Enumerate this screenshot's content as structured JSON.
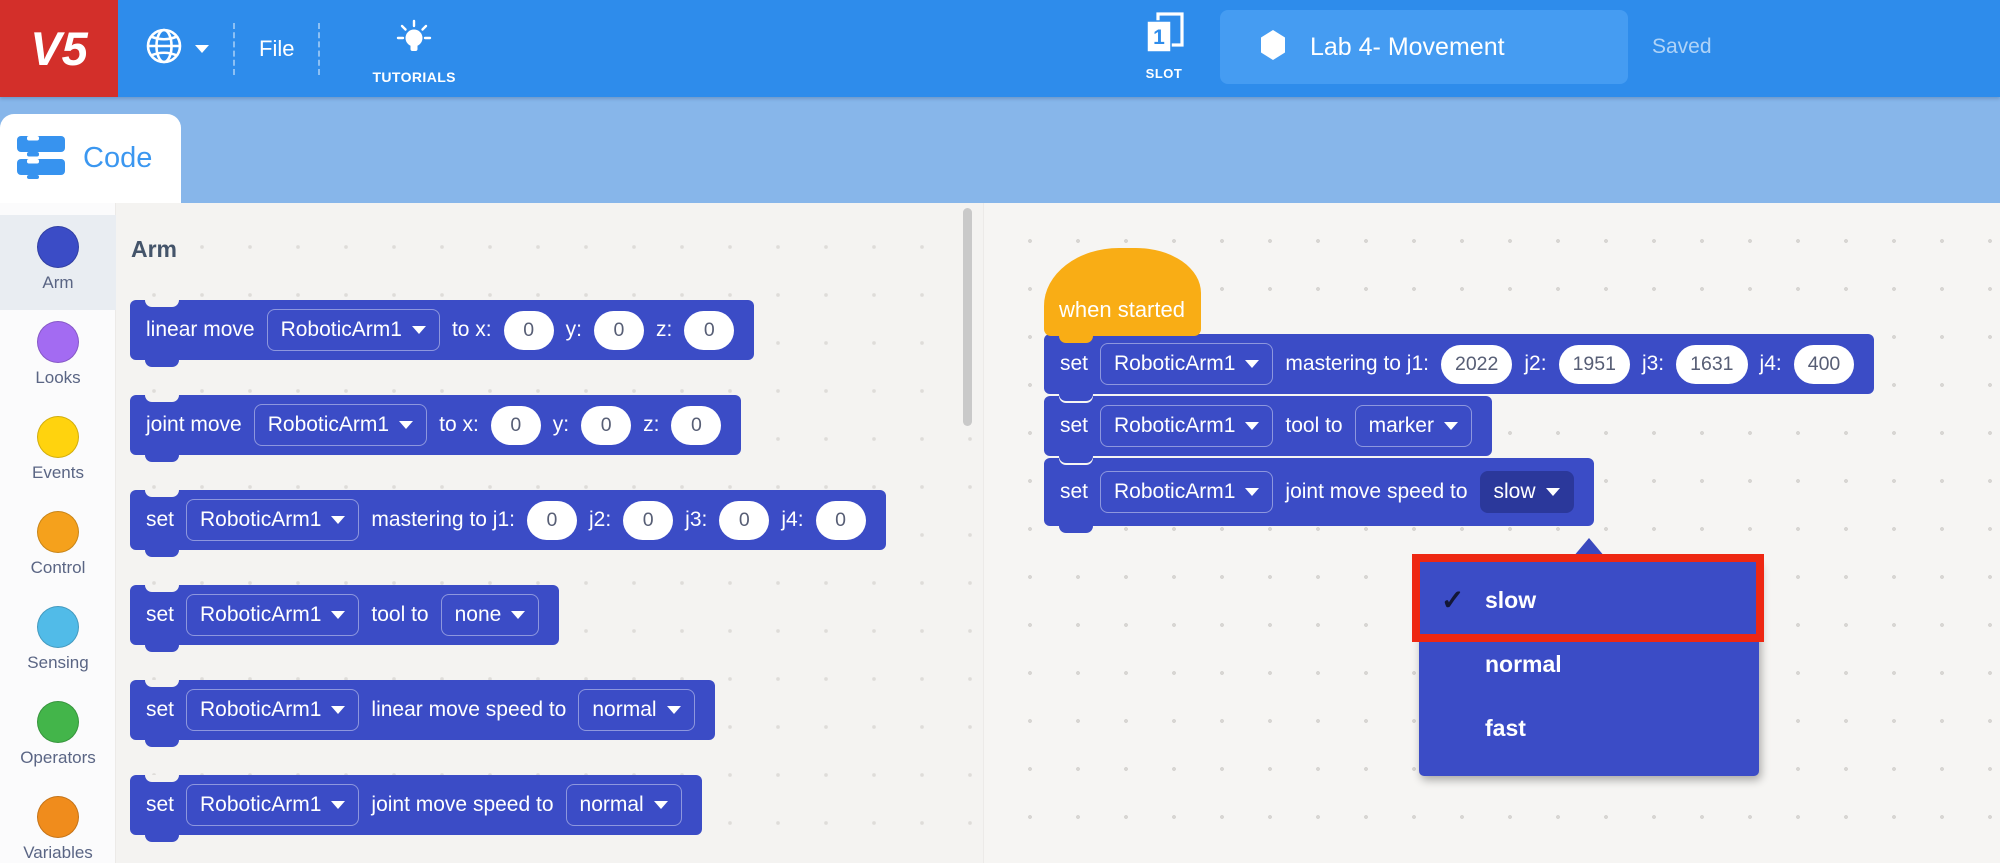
{
  "header": {
    "logo": "V5",
    "file_label": "File",
    "tutorials_label": "TUTORIALS",
    "slot_label": "SLOT",
    "slot_number": "1",
    "project_name": "Lab 4- Movement",
    "saved_label": "Saved"
  },
  "tab": {
    "code_label": "Code"
  },
  "sidebar": {
    "categories": [
      {
        "label": "Arm",
        "color": "#3B4CC6",
        "selected": true
      },
      {
        "label": "Looks",
        "color": "#A36BF2",
        "selected": false
      },
      {
        "label": "Events",
        "color": "#FFD30E",
        "selected": false
      },
      {
        "label": "Control",
        "color": "#F5A11C",
        "selected": false
      },
      {
        "label": "Sensing",
        "color": "#51BBE8",
        "selected": false
      },
      {
        "label": "Operators",
        "color": "#43B54A",
        "selected": false
      },
      {
        "label": "Variables",
        "color": "#F08C1C",
        "selected": false
      }
    ]
  },
  "palette": {
    "title": "Arm",
    "blocks": [
      {
        "tokens": [
          {
            "type": "text",
            "value": "linear move"
          },
          {
            "type": "dropdown",
            "value": "RoboticArm1"
          },
          {
            "type": "text",
            "value": "to x:"
          },
          {
            "type": "input",
            "value": "0"
          },
          {
            "type": "text",
            "value": "y:"
          },
          {
            "type": "input",
            "value": "0"
          },
          {
            "type": "text",
            "value": "z:"
          },
          {
            "type": "input",
            "value": "0"
          }
        ]
      },
      {
        "tokens": [
          {
            "type": "text",
            "value": "joint move"
          },
          {
            "type": "dropdown",
            "value": "RoboticArm1"
          },
          {
            "type": "text",
            "value": "to x:"
          },
          {
            "type": "input",
            "value": "0"
          },
          {
            "type": "text",
            "value": "y:"
          },
          {
            "type": "input",
            "value": "0"
          },
          {
            "type": "text",
            "value": "z:"
          },
          {
            "type": "input",
            "value": "0"
          }
        ]
      },
      {
        "tokens": [
          {
            "type": "text",
            "value": "set"
          },
          {
            "type": "dropdown",
            "value": "RoboticArm1"
          },
          {
            "type": "text",
            "value": "mastering to j1:"
          },
          {
            "type": "input",
            "value": "0"
          },
          {
            "type": "text",
            "value": "j2:"
          },
          {
            "type": "input",
            "value": "0"
          },
          {
            "type": "text",
            "value": "j3:"
          },
          {
            "type": "input",
            "value": "0"
          },
          {
            "type": "text",
            "value": "j4:"
          },
          {
            "type": "input",
            "value": "0"
          }
        ]
      },
      {
        "tokens": [
          {
            "type": "text",
            "value": "set"
          },
          {
            "type": "dropdown",
            "value": "RoboticArm1"
          },
          {
            "type": "text",
            "value": "tool to"
          },
          {
            "type": "dropdown",
            "value": "none"
          }
        ]
      },
      {
        "tokens": [
          {
            "type": "text",
            "value": "set"
          },
          {
            "type": "dropdown",
            "value": "RoboticArm1"
          },
          {
            "type": "text",
            "value": "linear move speed to"
          },
          {
            "type": "dropdown",
            "value": "normal"
          }
        ]
      },
      {
        "tokens": [
          {
            "type": "text",
            "value": "set"
          },
          {
            "type": "dropdown",
            "value": "RoboticArm1"
          },
          {
            "type": "text",
            "value": "joint move speed to"
          },
          {
            "type": "dropdown",
            "value": "normal"
          }
        ]
      }
    ]
  },
  "workspace": {
    "hat_label": "when started",
    "blocks": [
      {
        "tokens": [
          {
            "type": "text",
            "value": "set"
          },
          {
            "type": "dropdown",
            "value": "RoboticArm1"
          },
          {
            "type": "text",
            "value": "mastering to j1:"
          },
          {
            "type": "input",
            "value": "2022"
          },
          {
            "type": "text",
            "value": "j2:"
          },
          {
            "type": "input",
            "value": "1951"
          },
          {
            "type": "text",
            "value": "j3:"
          },
          {
            "type": "input",
            "value": "1631"
          },
          {
            "type": "text",
            "value": "j4:"
          },
          {
            "type": "input",
            "value": "400"
          }
        ]
      },
      {
        "tokens": [
          {
            "type": "text",
            "value": "set"
          },
          {
            "type": "dropdown",
            "value": "RoboticArm1"
          },
          {
            "type": "text",
            "value": "tool to"
          },
          {
            "type": "dropdown",
            "value": "marker"
          }
        ]
      },
      {
        "tokens": [
          {
            "type": "text",
            "value": "set"
          },
          {
            "type": "dropdown",
            "value": "RoboticArm1"
          },
          {
            "type": "text",
            "value": "joint move speed to"
          },
          {
            "type": "dropdown_open",
            "value": "slow"
          }
        ],
        "tall": true
      }
    ],
    "menu": {
      "check_glyph": "✓",
      "items": [
        {
          "label": "slow",
          "checked": true,
          "highlighted": true
        },
        {
          "label": "normal",
          "checked": false,
          "highlighted": false
        },
        {
          "label": "fast",
          "checked": false,
          "highlighted": false
        }
      ]
    }
  },
  "colors": {
    "header_blue": "#2E8CEB",
    "logo_red": "#D32F2A",
    "strip_blue": "#87B6EA",
    "block_blue": "#3B4CC6",
    "block_open_dark": "#2B389B",
    "hat_yellow": "#F9AD15",
    "highlight_red": "#EE2712",
    "tab_text_blue": "#3B97F0"
  }
}
